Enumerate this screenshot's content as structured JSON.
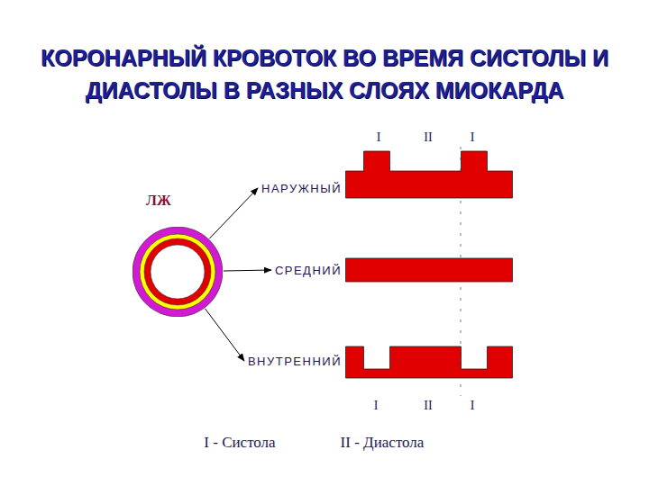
{
  "diagram": {
    "title": "КОРОНАРНЫЙ КРОВОТОК ВО ВРЕМЯ СИСТОЛЫ И ДИАСТОЛЫ В РАЗНЫХ СЛОЯХ МИОКАРДА",
    "nodes": [
      {
        "text": [
          "ЛЖ"
        ]
      },
      {
        "text": [
          "НАРУЖНЫЙ"
        ]
      },
      {
        "text": [
          "СРЕДНИЙ"
        ]
      },
      {
        "text": [
          "ВНУТРЕННИЙ"
        ]
      }
    ],
    "edges": [
      {
        "from": 0,
        "to": 1,
        "arrow": "to"
      },
      {
        "from": 0,
        "to": 2,
        "arrow": "to"
      },
      {
        "from": 0,
        "to": 3,
        "arrow": "to"
      }
    ],
    "labels": [
      "I",
      "II",
      "I",
      "I",
      "II",
      "I",
      "I - Систола",
      "II - Диастола"
    ]
  }
}
